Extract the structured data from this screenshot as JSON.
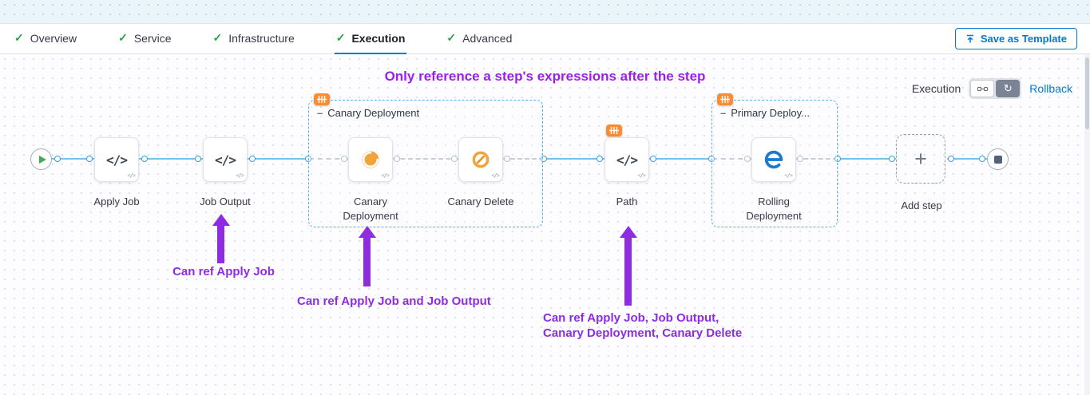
{
  "tabs": {
    "items": [
      {
        "label": "Overview"
      },
      {
        "label": "Service"
      },
      {
        "label": "Infrastructure"
      },
      {
        "label": "Execution",
        "active": true
      },
      {
        "label": "Advanced"
      }
    ],
    "save_as_template": "Save as Template"
  },
  "toolbar": {
    "execution_label": "Execution",
    "rollback_label": "Rollback"
  },
  "annotations": {
    "heading": "Only reference a step's expressions after the step",
    "note_job_output": "Can ref Apply Job",
    "note_canary": "Can ref Apply Job and Job Output",
    "note_path_line1": "Can ref Apply Job, Job Output,",
    "note_path_line2": "Canary Deployment, Canary Delete"
  },
  "pipeline": {
    "steps": {
      "apply_job": {
        "label": "Apply Job",
        "type": "script"
      },
      "job_output": {
        "label": "Job Output",
        "type": "script"
      },
      "canary_deployment": {
        "label": "Canary Deployment",
        "type": "canary"
      },
      "canary_delete": {
        "label": "Canary Delete",
        "type": "canary-delete"
      },
      "path": {
        "label": "Path",
        "type": "script"
      },
      "rolling_deployment": {
        "label": "Rolling Deployment",
        "type": "rolling"
      }
    },
    "groups": {
      "canary": {
        "title": "Canary Deployment"
      },
      "primary": {
        "title": "Primary Deploy..."
      }
    },
    "add_step": {
      "label": "Add step"
    }
  },
  "icons": {
    "check": "✓",
    "code": "</>",
    "plus": "+",
    "minus": "–",
    "rollback_cycle": "↻"
  },
  "colors": {
    "accent_blue": "#0278d5",
    "annotation_purple": "#8f2be0",
    "badge_orange": "#fb8c34",
    "check_green": "#2e9e4f",
    "canary_orange": "#f2a33a",
    "rolling_blue": "#1e7ac9"
  }
}
